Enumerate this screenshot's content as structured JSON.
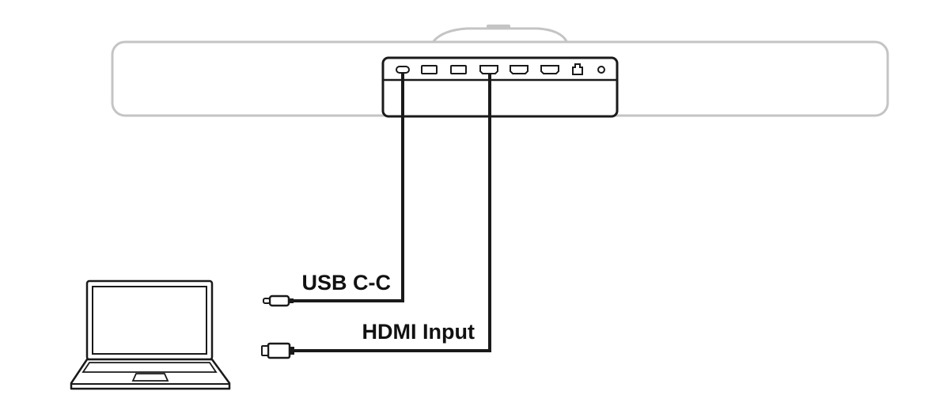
{
  "labels": {
    "usb_cable": "USB C-C",
    "hdmi_cable": "HDMI Input"
  },
  "colors": {
    "device_outline": "#c4c4c4",
    "line": "#1a1a1a",
    "background": "#ffffff"
  },
  "icons": {
    "device": "soundbar-video-bar",
    "port_panel": "io-port-panel",
    "computer": "laptop-icon",
    "usb_connector": "usb-c-connector-icon",
    "hdmi_connector": "hdmi-connector-icon"
  }
}
